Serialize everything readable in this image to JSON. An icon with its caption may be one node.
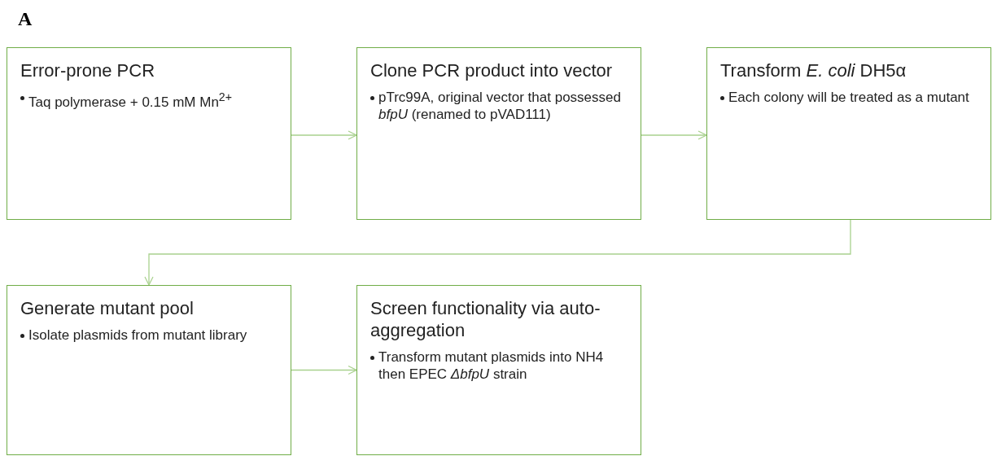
{
  "diagram": {
    "nodes": [
      {
        "text": [
          "Error-prone PCR",
          "Taq polymerase + 0.15 mM Mn$^{2+}$"
        ]
      },
      {
        "text": [
          "Clone PCR product into vector",
          "pTrc99A, original vector that possessed *bfpU* (renamed to pVAD111)"
        ]
      },
      {
        "text": [
          "Transform *E. coli* DH5α",
          "Each colony will be treated as a mutant"
        ]
      },
      {
        "text": [
          "Generate mutant pool",
          "Isolate plasmids from mutant library"
        ]
      },
      {
        "text": [
          "Screen functionality via auto-aggregation",
          "Transform mutant plasmids into NH4 then EPEC *ΔbfpU* strain"
        ]
      }
    ],
    "edges": [
      {
        "from": 0,
        "to": 1,
        "arrow": "to"
      },
      {
        "from": 1,
        "to": 2,
        "arrow": "to"
      },
      {
        "from": 2,
        "to": 3,
        "arrow": "to"
      },
      {
        "from": 3,
        "to": 4,
        "arrow": "to"
      }
    ],
    "labels": [
      "A"
    ]
  }
}
